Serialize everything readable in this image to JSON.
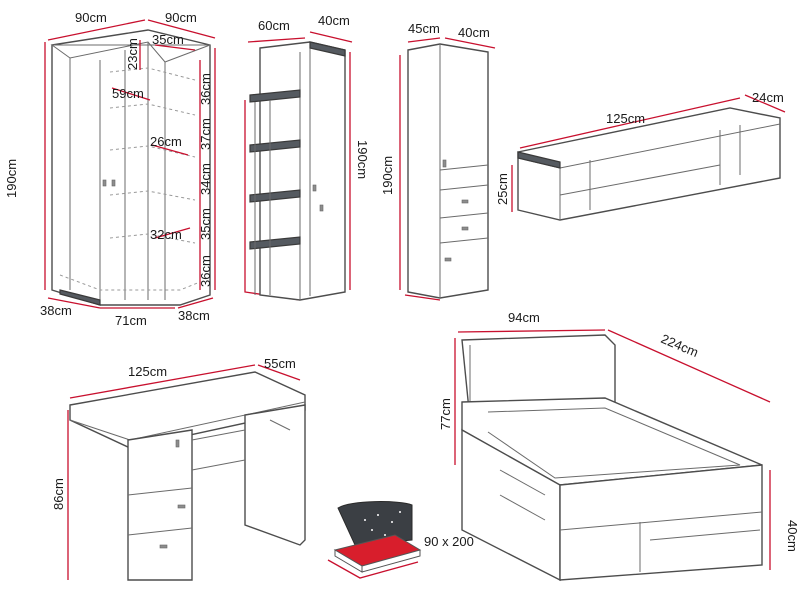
{
  "wardrobe": {
    "width_left": "90cm",
    "width_right": "90cm",
    "height": "190cm",
    "inner_top": "23cm",
    "inner_depth": "35cm",
    "rail_width": "59cm",
    "shelf_gap_1": "36cm",
    "shelf_gap_2": "37cm",
    "shelf_gap_3": "34cm",
    "shelf_gap_4": "35cm",
    "shelf_gap_5": "36cm",
    "shelf_width_1": "26cm",
    "shelf_width_2": "32cm",
    "base_left": "38cm",
    "base_mid": "71cm",
    "base_right": "38cm"
  },
  "shelf_unit": {
    "width": "60cm",
    "depth": "40cm",
    "height": "190cm"
  },
  "tall_cabinet": {
    "width": "45cm",
    "depth": "40cm",
    "height": "190cm"
  },
  "wall_shelf": {
    "width": "125cm",
    "depth": "24cm",
    "height": "25cm"
  },
  "desk": {
    "width": "125cm",
    "depth": "55cm",
    "height": "86cm"
  },
  "bed": {
    "width": "94cm",
    "length": "224cm",
    "headboard_height": "77cm",
    "side_height": "40cm"
  },
  "mattress": {
    "size": "90 x 200"
  },
  "colors": {
    "dimension": "#c8102e",
    "outline": "#4d4d4d",
    "dark_panel": "#555a60"
  }
}
